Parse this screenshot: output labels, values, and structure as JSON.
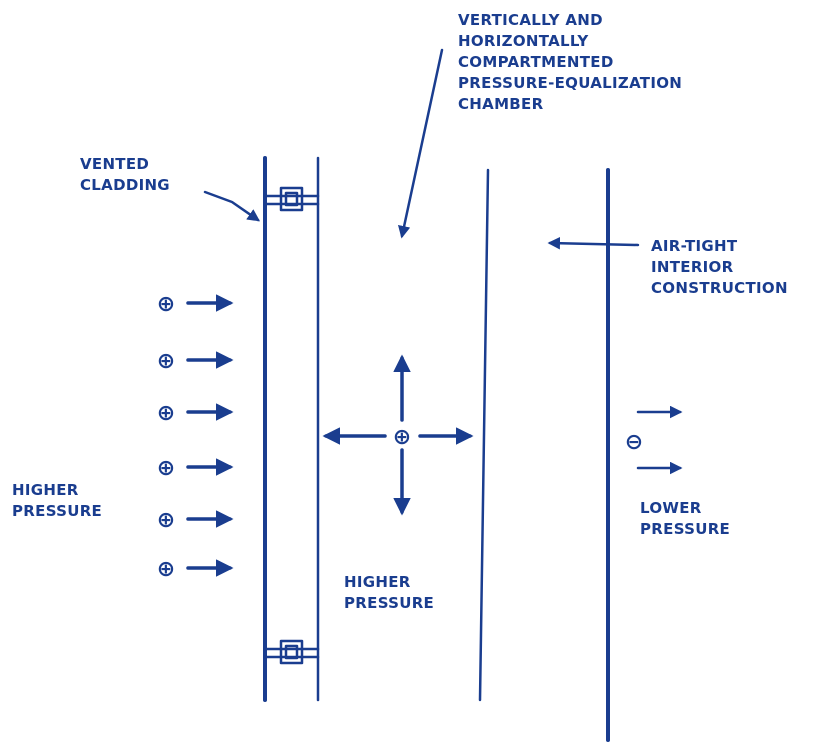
{
  "labels": {
    "chamber": [
      "VERTICALLY AND",
      "HORIZONTALLY",
      "COMPARTMENTED",
      "PRESSURE-EQUALIZATION",
      "CHAMBER"
    ],
    "cladding": [
      "VENTED",
      "CLADDING"
    ],
    "interior": [
      "AIR-TIGHT",
      "INTERIOR",
      "CONSTRUCTION"
    ],
    "outside_pressure": [
      "HIGHER",
      "PRESSURE"
    ],
    "chamber_pressure": [
      "HIGHER",
      "PRESSURE"
    ],
    "inside_pressure": [
      "LOWER",
      "PRESSURE"
    ]
  },
  "symbols": {
    "plus": "⊕",
    "minus": "⊖"
  },
  "colors": {
    "ink": "#1a3d8f",
    "background": "#ffffff"
  }
}
